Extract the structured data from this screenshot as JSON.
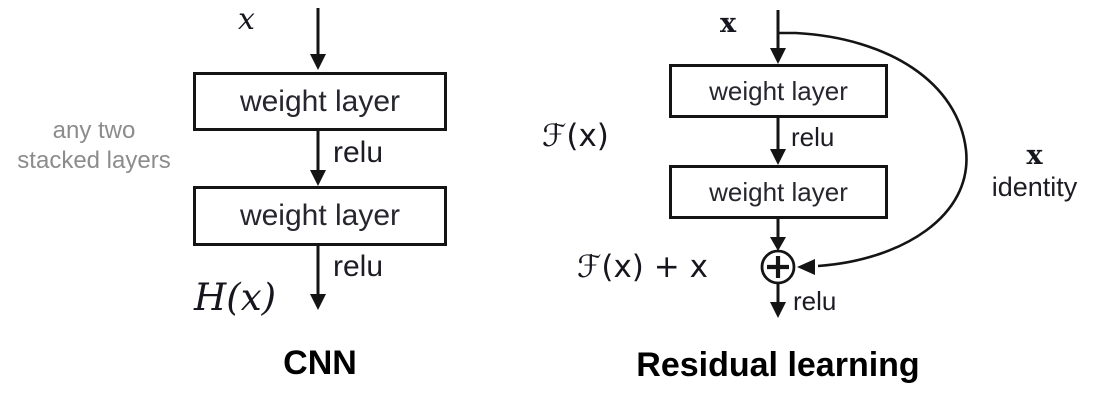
{
  "left_panel": {
    "input_label": "x",
    "box1_label": "weight layer",
    "relu1_label": "relu",
    "box2_label": "weight layer",
    "relu2_label": "relu",
    "output_label": "H(x)",
    "side_note_line1": "any two",
    "side_note_line2": "stacked layers",
    "caption": "CNN"
  },
  "right_panel": {
    "input_label": "x",
    "function_label": "ℱ(x)",
    "box1_label": "weight layer",
    "relu1_label": "relu",
    "box2_label": "weight layer",
    "sum_label": "ℱ(x) + x",
    "skip_label_line1": "x",
    "skip_label_line2": "identity",
    "relu2_label": "relu",
    "caption": "Residual learning"
  },
  "colors": {
    "background": "#ffffff",
    "stroke": "#141414",
    "text": "#1f1f1f",
    "muted_text": "#8c8c8c"
  }
}
